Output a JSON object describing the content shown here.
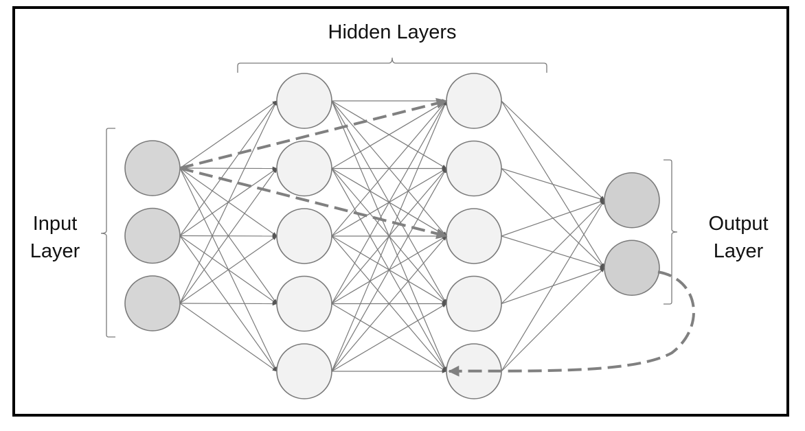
{
  "title": "Recurrent neural network with skip connections",
  "labels": {
    "hidden": "Hidden Layers",
    "input_line1": "Input",
    "input_line2": "Layer",
    "output_line1": "Output",
    "output_line2": "Layer"
  },
  "layers": [
    {
      "name": "input",
      "role": "Input Layer",
      "node_count": 3,
      "fill": "#d6d6d6"
    },
    {
      "name": "hidden-1",
      "role": "Hidden Layer",
      "node_count": 5,
      "fill": "#f2f2f2"
    },
    {
      "name": "hidden-2",
      "role": "Hidden Layer",
      "node_count": 5,
      "fill": "#f2f2f2"
    },
    {
      "name": "output",
      "role": "Output Layer",
      "node_count": 2,
      "fill": "#d0d0d0"
    }
  ],
  "connectivity": "fully-connected between adjacent layers",
  "skip_connections": [
    {
      "from_layer": 0,
      "from_node": 0,
      "to_layer": 2,
      "to_node": 0,
      "style": "dashed"
    },
    {
      "from_layer": 0,
      "from_node": 0,
      "to_layer": 2,
      "to_node": 2,
      "style": "dashed"
    }
  ],
  "recurrent_connections": [
    {
      "from_layer": 3,
      "from_node": 1,
      "to_layer": 2,
      "to_node": 4,
      "style": "dashed-curve"
    }
  ],
  "colors": {
    "edge": "#7a7a7a",
    "dashed": "#808080",
    "frame": "#000000",
    "text": "#111111"
  }
}
